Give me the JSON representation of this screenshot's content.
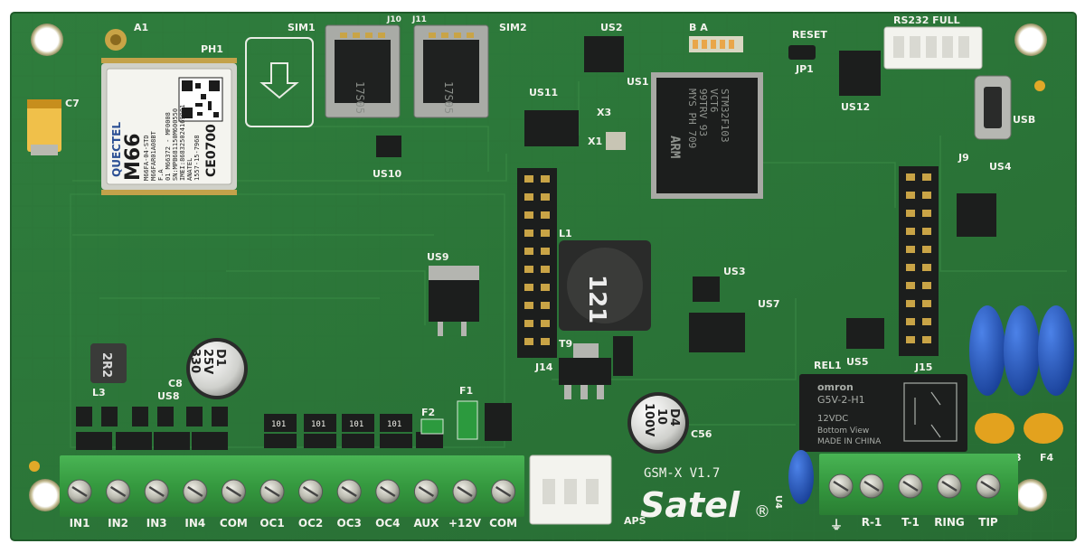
{
  "board": {
    "model": "GSM-X V1.7",
    "brand": "Satel",
    "brand_mark": "®",
    "colors": {
      "pcb": "#2f7a3c",
      "pcb_dark": "#24622f",
      "silkscreen": "#f2f2ec",
      "terminal_green": "#3aa045",
      "chip_black": "#1c1e1d",
      "varistor_blue": "#1d4fb8",
      "fuse_yellow": "#e3a21e"
    }
  },
  "labels": {
    "a1": "A1",
    "ph1": "PH1",
    "c7": "C7",
    "sim1": "SIM1",
    "sim2": "SIM2",
    "j10": "J10",
    "j11": "J11",
    "us2": "US2",
    "us1": "US1",
    "ba": "B A",
    "reset": "RESET",
    "jp1": "JP1",
    "rs232": "RS232 FULL",
    "us12": "US12",
    "usb": "USB",
    "j9": "J9",
    "us4": "US4",
    "us11": "US11",
    "x3": "X3",
    "x1": "X1",
    "us10": "US10",
    "l1": "L1",
    "us9": "US9",
    "us3": "US3",
    "us7": "US7",
    "t9": "T9",
    "j14": "J14",
    "j15": "J15",
    "rel1": "REL1",
    "us5": "US5",
    "l3": "L3",
    "us8": "US8",
    "c8": "C8",
    "f1": "F1",
    "f2": "F2",
    "d4": "D4",
    "c56": "C56",
    "f3": "3",
    "f4": "F4",
    "u4": "U4",
    "aps": "APS"
  },
  "modem": {
    "brand": "QUECTEL",
    "model": "M66",
    "line1": "M66FA-04-STD",
    "line2": "M66FAR01A08BT",
    "line3": "F.A",
    "line4": "01 M66372 - MF0008",
    "line5": "SN:MPB681150M600550",
    "line6": "IMEI:868325024169981",
    "line7": "ANATEL",
    "line8": "1557-15-7968",
    "ce": "CE0700"
  },
  "mcu": {
    "line1": "STM32F103",
    "line2": "VCT6",
    "line3": "99TRV 93",
    "line4": "MYS PH 709",
    "logo": "ARM"
  },
  "inductor": {
    "value": "121"
  },
  "cap_c8": {
    "l1": "D1",
    "l2": "25V",
    "l3": "330"
  },
  "cap_c56": {
    "l1": "D4",
    "l2": "10",
    "l3": "100V"
  },
  "relay": {
    "brand": "omron",
    "model": "G5V-2-H1",
    "voltage": "12VDC",
    "view": "Bottom View",
    "origin": "MADE IN CHINA"
  },
  "sim_chip": "17S05",
  "l3_value": "2R2",
  "terminals_left": [
    "IN1",
    "IN2",
    "IN3",
    "IN4",
    "COM",
    "OC1",
    "OC2",
    "OC3",
    "OC4",
    "AUX",
    "+12V",
    "COM"
  ],
  "terminals_right": [
    "R-1",
    "T-1",
    "RING",
    "TIP"
  ],
  "resistor_codes": [
    "101",
    "101",
    "101",
    "101"
  ]
}
